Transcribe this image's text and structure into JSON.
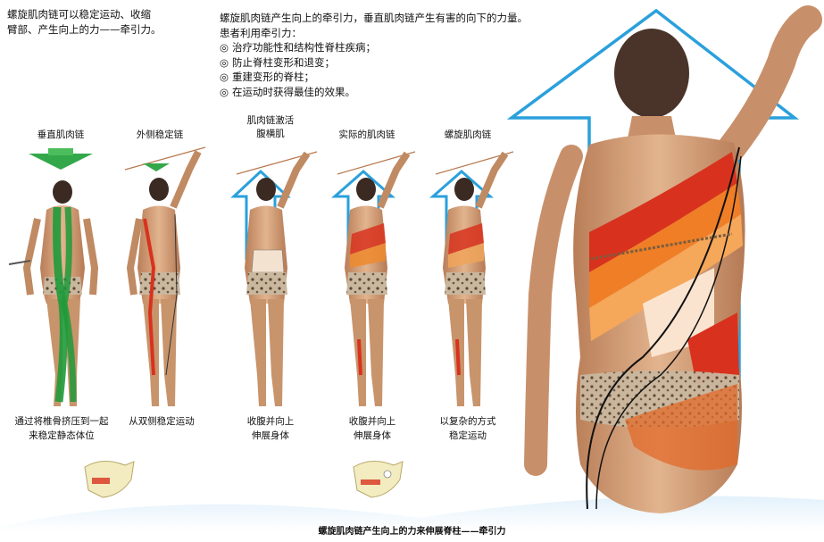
{
  "intro_text": [
    "螺旋肌肉链可以稳定运动、收缩",
    "臂部、产生向上的力——牵引力。"
  ],
  "description": {
    "heading": "螺旋肌肉链产生向上的牵引力，垂直肌肉链产生有害的向下的力量。",
    "sub": "患者利用牵引力：",
    "items": [
      "治疗功能性和结构性脊柱疾病；",
      "防止脊柱变形和退变；",
      "重建变形的脊柱；",
      "在运动时获得最佳的效果。"
    ],
    "bullet": "◎"
  },
  "figures": [
    {
      "label": [
        "垂直肌肉链"
      ],
      "caption": [
        "通过将椎骨挤压到一起",
        "来稳定静态体位"
      ]
    },
    {
      "label": [
        "外侧稳定链"
      ],
      "caption": [
        "从双侧稳定运动"
      ]
    },
    {
      "label": [
        "肌肉链激活",
        "腹横肌"
      ],
      "caption": [
        "收腹并向上",
        "伸展身体"
      ]
    },
    {
      "label": [
        "实际的肌肉链"
      ],
      "caption": [
        "收腹并向上",
        "伸展身体"
      ]
    },
    {
      "label": [
        "螺旋肌肉链"
      ],
      "caption": [
        "以复杂的方式",
        "稳定运动"
      ]
    }
  ],
  "bottom_caption": "螺旋肌肉链产生向上的力来伸展脊柱——牵引力",
  "colors": {
    "arrow_blue": "#2aa0dc",
    "green": "#1e9a3a",
    "skin": "#d9a57e",
    "red": "#d8321e",
    "orange": "#ef8a2e"
  }
}
